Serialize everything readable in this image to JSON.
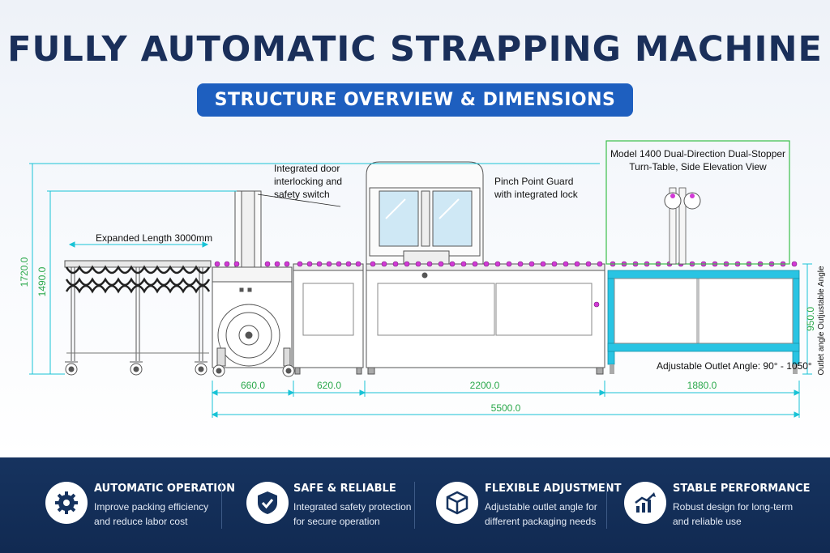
{
  "header": {
    "title": "FULLY AUTOMATIC STRAPPING MACHINE",
    "subtitle": "STRUCTURE OVERVIEW & DIMENSIONS"
  },
  "drawing": {
    "callouts": {
      "expanded_length": "Expanded Length 3000mm",
      "door_interlock": [
        "Integrated door",
        "interlocking and",
        "safety switch"
      ],
      "pinch_guard": [
        "Pinch Point Guard",
        "with integrated lock"
      ],
      "model_box": [
        "Model 1400 Dual-Direction Dual-Stopper",
        "Turn-Table, Side Elevation View"
      ],
      "outlet_angle": "Adjustable Outlet Angle: 90° - 1050°",
      "outlet_side": "Outlet angle Outjustable Angle"
    },
    "dimensions": {
      "height_total": "1720.0",
      "height_conveyor": "1490.0",
      "height_outlet": "950.0",
      "width_1": "660.0",
      "width_2": "620.0",
      "width_3": "2200.0",
      "width_4": "1880.0",
      "total_length": "5500.0"
    },
    "colors": {
      "dimension_lines": "#19c3d6",
      "dimension_text_green": "#2aa84a",
      "outlet_frame": "#29c4e3",
      "roller_magenta": "#d23ad6",
      "model_box_border": "#3bbf4a"
    }
  },
  "features": [
    {
      "icon": "gear-icon",
      "title": "AUTOMATIC OPERATION",
      "desc": [
        "Improve packing efficiency",
        "and reduce labor cost"
      ]
    },
    {
      "icon": "shield-check-icon",
      "title": "SAFE & RELIABLE",
      "desc": [
        "Integrated safety protection",
        "for secure operation"
      ]
    },
    {
      "icon": "cube-icon",
      "title": "FLEXIBLE ADJUSTMENT",
      "desc": [
        "Adjustable outlet angle for",
        "different packaging needs"
      ]
    },
    {
      "icon": "growth-chart-icon",
      "title": "STABLE PERFORMANCE",
      "desc": [
        "Robust design for long-term",
        "and reliable use"
      ]
    }
  ]
}
